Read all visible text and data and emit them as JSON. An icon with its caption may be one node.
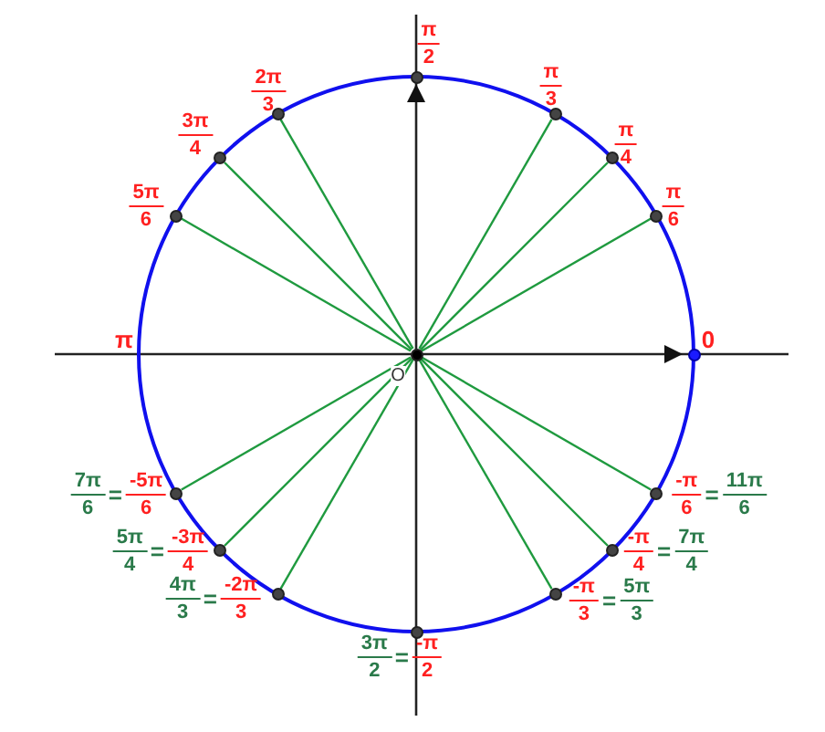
{
  "diagram": {
    "nodes": [
      {
        "text": [],
        "shape": "circle",
        "beside": [
          "O"
        ]
      },
      {
        "text": [],
        "shape": "circle",
        "beside": [
          "0"
        ]
      },
      {
        "text": [],
        "shape": "circle",
        "beside": [
          "π",
          "6"
        ]
      },
      {
        "text": [],
        "shape": "circle",
        "beside": [
          "π",
          "4"
        ]
      },
      {
        "text": [],
        "shape": "circle",
        "beside": [
          "π",
          "3"
        ]
      },
      {
        "text": [],
        "shape": "circle",
        "beside": [
          "π",
          "2"
        ]
      },
      {
        "text": [],
        "shape": "circle",
        "beside": [
          "2π",
          "3"
        ]
      },
      {
        "text": [],
        "shape": "circle",
        "beside": [
          "3π",
          "4"
        ]
      },
      {
        "text": [],
        "shape": "circle",
        "beside": [
          "5π",
          "6"
        ]
      },
      {
        "text": [],
        "shape": "circle",
        "beside": [
          "7π",
          "6",
          "=",
          "-5π",
          "6"
        ]
      },
      {
        "text": [],
        "shape": "circle",
        "beside": [
          "5π",
          "4",
          "=",
          "-3π",
          "4"
        ]
      },
      {
        "text": [],
        "shape": "circle",
        "beside": [
          "4π",
          "3",
          "=",
          "-2π",
          "3"
        ]
      },
      {
        "text": [],
        "shape": "circle",
        "beside": [
          "3π",
          "2",
          "=",
          "-π",
          "2"
        ]
      },
      {
        "text": [],
        "shape": "circle",
        "beside": [
          "-π",
          "3",
          "=",
          "5π",
          "3"
        ]
      },
      {
        "text": [],
        "shape": "circle",
        "beside": [
          "-π",
          "4",
          "=",
          "7π",
          "4"
        ]
      },
      {
        "text": [],
        "shape": "circle",
        "beside": [
          "-π",
          "6",
          "=",
          "11π",
          "6"
        ]
      }
    ],
    "edges": [
      {
        "from": 0,
        "to": 2,
        "arrow": "none"
      },
      {
        "from": 0,
        "to": 3,
        "arrow": "none"
      },
      {
        "from": 0,
        "to": 4,
        "arrow": "none"
      },
      {
        "from": 0,
        "to": 6,
        "arrow": "none"
      },
      {
        "from": 0,
        "to": 7,
        "arrow": "none"
      },
      {
        "from": 0,
        "to": 8,
        "arrow": "none"
      },
      {
        "from": 0,
        "to": 9,
        "arrow": "none"
      },
      {
        "from": 0,
        "to": 10,
        "arrow": "none"
      },
      {
        "from": 0,
        "to": 11,
        "arrow": "none"
      },
      {
        "from": 0,
        "to": 13,
        "arrow": "none"
      },
      {
        "from": 0,
        "to": 14,
        "arrow": "none"
      },
      {
        "from": 0,
        "to": 15,
        "arrow": "none"
      }
    ],
    "labels": [
      "π"
    ]
  }
}
